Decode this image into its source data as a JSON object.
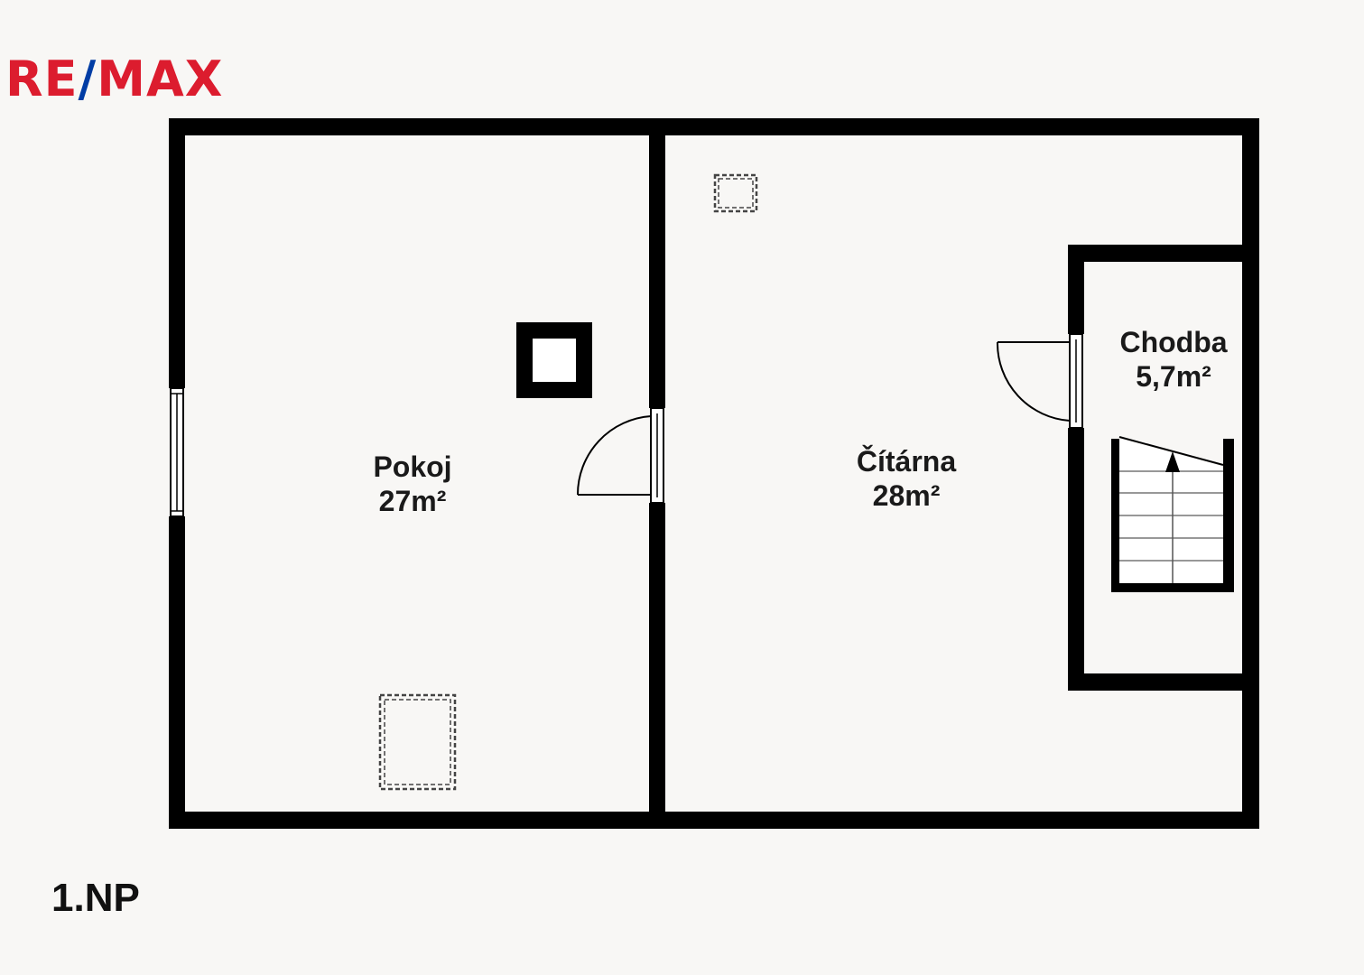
{
  "brand": {
    "logo_part1": "RE",
    "logo_slash": "/",
    "logo_part2": "MAX",
    "red": "#dc1c2e",
    "blue": "#003da5"
  },
  "rooms": {
    "pokoj": {
      "name": "Pokoj",
      "area": "27m²"
    },
    "citarna": {
      "name": "Čítárna",
      "area": "28m²"
    },
    "chodba": {
      "name": "Chodba",
      "area": "5,7m²"
    }
  },
  "floor": "1.NP",
  "colors": {
    "wall": "#000000",
    "background": "#f8f7f5",
    "text": "#1a1a1a"
  }
}
